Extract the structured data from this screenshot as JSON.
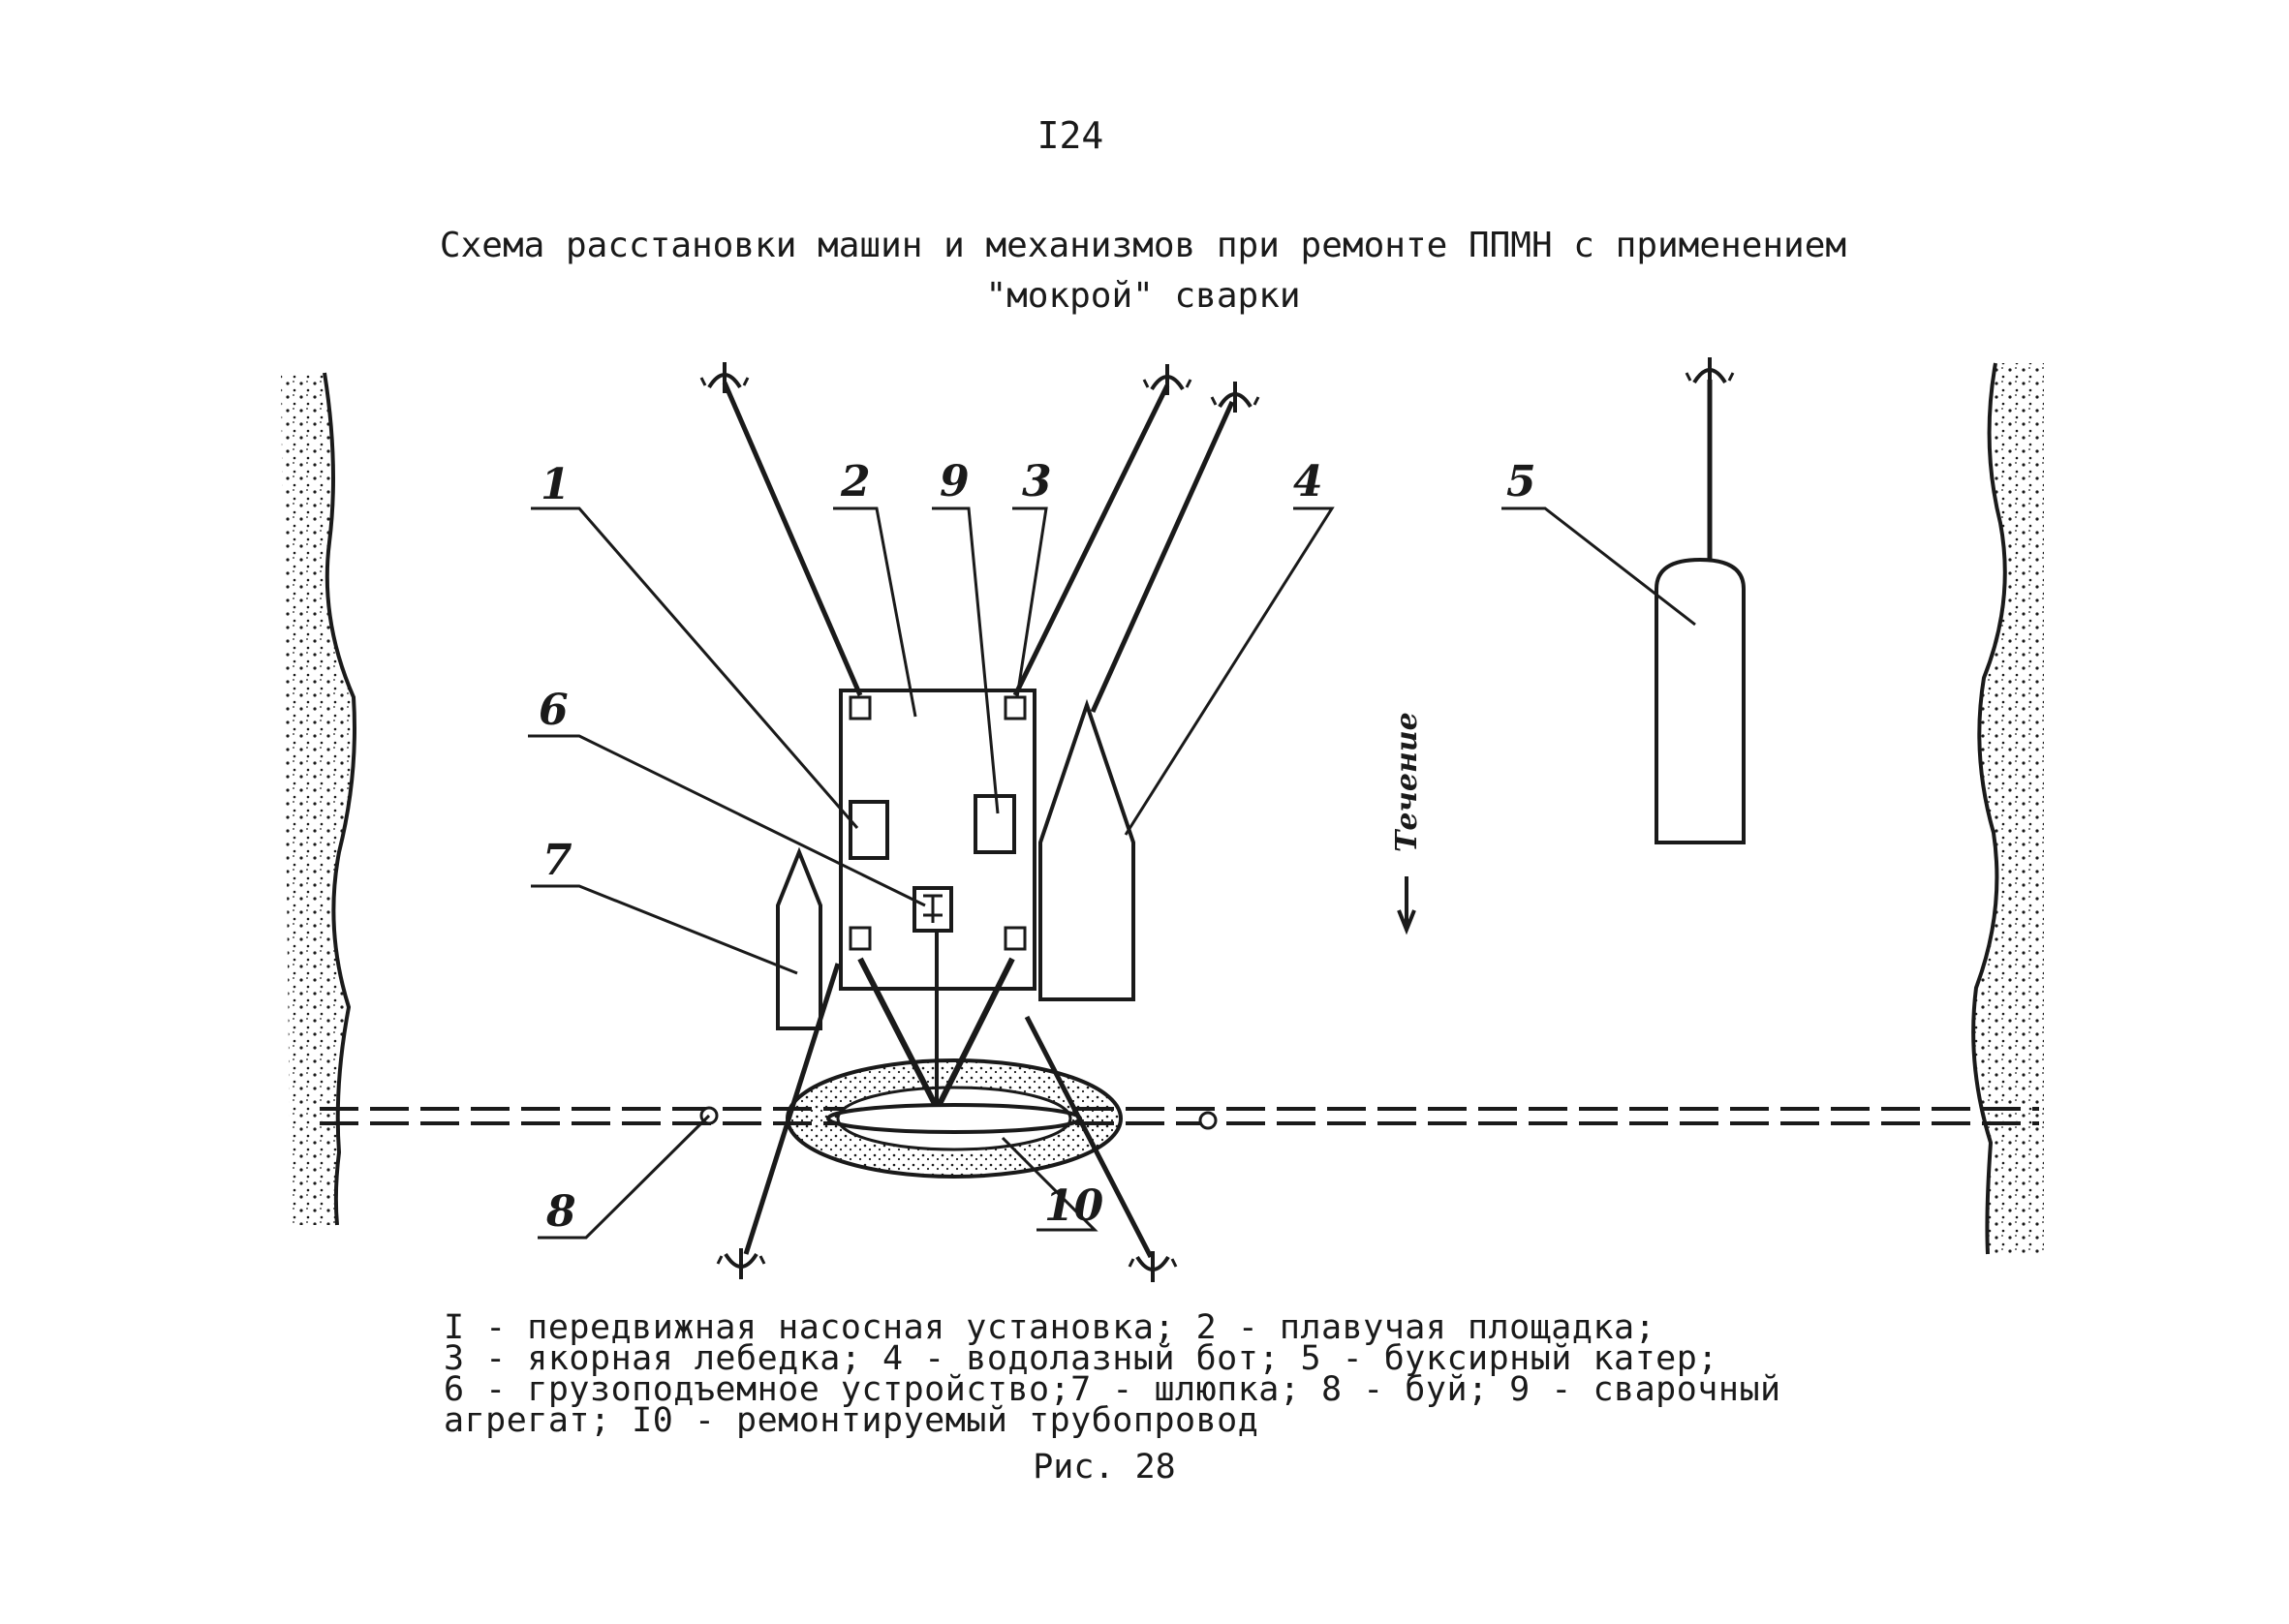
{
  "page": {
    "number": "I24"
  },
  "title": {
    "line1": "Схема расстановки машин и механизмов при ремонте ППМН с применением",
    "line2": "\"мокрой\" сварки"
  },
  "diagram": {
    "labels": {
      "l1": "1",
      "l2": "2",
      "l3": "3",
      "l4": "4",
      "l5": "5",
      "l6": "6",
      "l7": "7",
      "l8": "8",
      "l9": "9",
      "l10": "10"
    },
    "flow_label": "Течение"
  },
  "legend": {
    "line1": "I - передвижная насосная установка; 2 - плавучая площадка;",
    "line2": "3 - якорная лебедка; 4 - водолазный бот; 5 - буксирный катер;",
    "line3": "6 - грузоподъемное устройство;7 - шлюпка; 8 - буй; 9 - сварочный",
    "line4": "агрегат; I0 - ремонтируемый трубопровод"
  },
  "caption": "Рис. 28",
  "colors": {
    "ink": "#1a1a1a",
    "paper": "#ffffff"
  },
  "icons": [
    "anchor-icon",
    "flow-arrow-icon",
    "buoy-icon"
  ]
}
